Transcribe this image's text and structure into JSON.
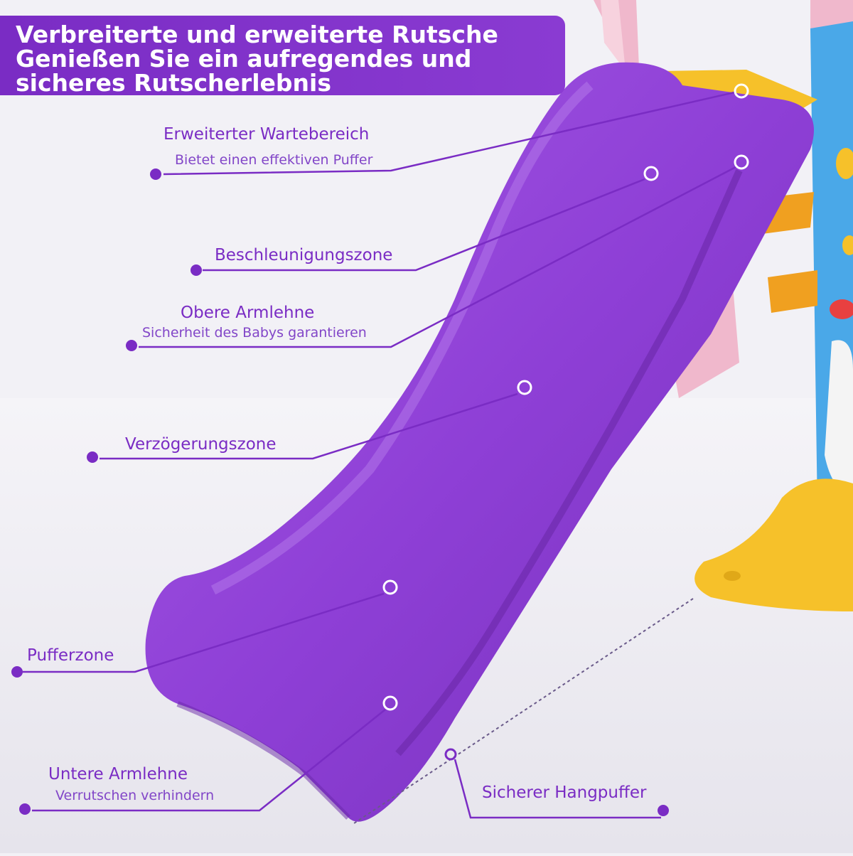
{
  "banner": {
    "line1": "Verbreiterte und erweiterte Rutsche",
    "line2": "Genießen Sie ein aufregendes und",
    "line3": "sicheres Rutscherlebnis"
  },
  "callouts": {
    "wartebereich": {
      "title": "Erweiterter Wartebereich",
      "subtitle": "Bietet einen effektiven Puffer"
    },
    "beschleunigung": {
      "title": "Beschleunigungszone"
    },
    "obere_armlehne": {
      "title": "Obere Armlehne",
      "subtitle": "Sicherheit des Babys garantieren"
    },
    "verzoegerung": {
      "title": "Verzögerungszone"
    },
    "pufferzone": {
      "title": "Pufferzone"
    },
    "untere_armlehne": {
      "title": "Untere Armlehne",
      "subtitle": "Verrutschen verhindern"
    },
    "hangpuffer": {
      "title": "Sicherer Hangpuffer"
    }
  },
  "colors": {
    "accent": "#7a2cc4",
    "slide": "#8e3fd6",
    "tower_blue": "#4aa8e8",
    "steps_yellow": "#f6c12a",
    "tower_pink": "#f0b8cc",
    "background": "#f2f1f6"
  }
}
